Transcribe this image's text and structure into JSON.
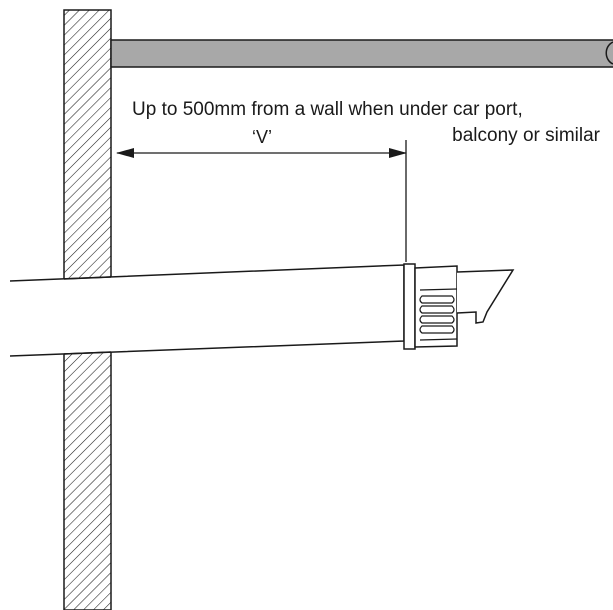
{
  "annotation": {
    "line1": "Up to 500mm from a wall when under car port,",
    "line2": "balcony or similar"
  },
  "dimension": {
    "label": "‘V’"
  },
  "colors": {
    "stroke": "#1a1a1a",
    "soffit_fill": "#a8a8a8",
    "background": "#ffffff"
  }
}
